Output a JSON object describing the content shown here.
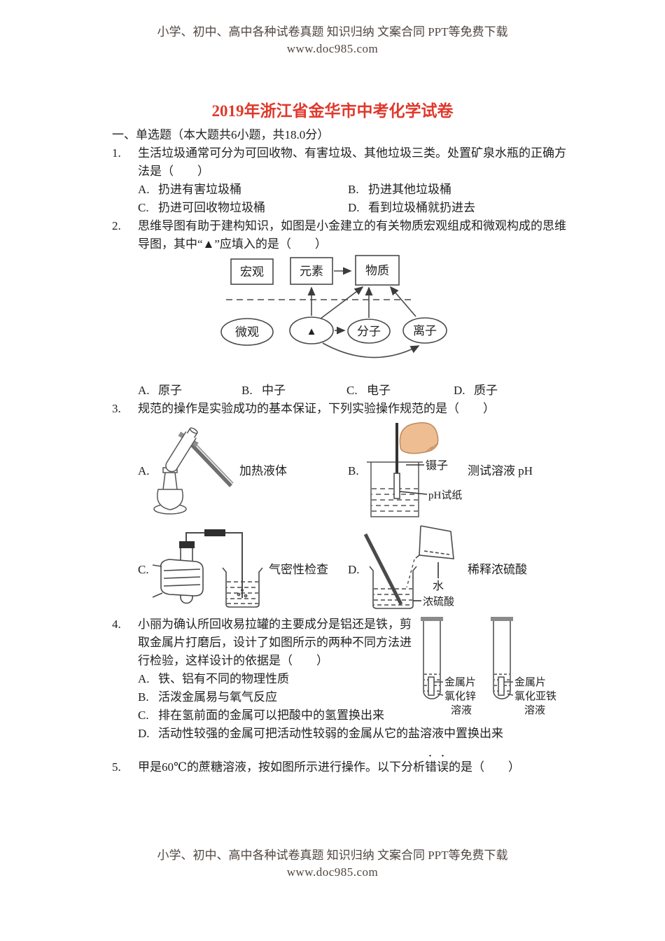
{
  "colors": {
    "title_red": "#e0382c",
    "header_text": "#4f4640",
    "body_text": "#212121"
  },
  "header": {
    "line1": "小学、初中、高中各种试卷真题 知识归纳 文案合同 PPT等免费下载",
    "url": "www.doc985.com"
  },
  "footer": {
    "line1": "小学、初中、高中各种试卷真题 知识归纳 文案合同 PPT等免费下载",
    "url": "www.doc985.com"
  },
  "title": "2019年浙江省金华市中考化学试卷",
  "section_heading": "一、单选题（本大题共6小题，共18.0分）",
  "q1": {
    "number": "1.",
    "text": "生活垃圾通常可分为可回收物、有害垃圾、其他垃圾三类。处置矿泉水瓶的正确方法是（　　）",
    "options": [
      {
        "label": "A.",
        "text": "扔进有害垃圾桶"
      },
      {
        "label": "B.",
        "text": "扔进其他垃圾桶"
      },
      {
        "label": "C.",
        "text": "扔进可回收物垃圾桶"
      },
      {
        "label": "D.",
        "text": "看到垃圾桶就扔进去"
      }
    ]
  },
  "q2": {
    "number": "2.",
    "text": "思维导图有助于建构知识，如图是小金建立的有关物质宏观组成和微观构成的思维导图，其中“▲”应填入的是（　　）",
    "diagram": {
      "macro": "宏观",
      "element": "元素",
      "substance": "物质",
      "micro": "微观",
      "triangle": "▲",
      "molecule": "分子",
      "ion": "离子"
    },
    "options": [
      {
        "label": "A.",
        "text": "原子"
      },
      {
        "label": "B.",
        "text": "中子"
      },
      {
        "label": "C.",
        "text": "电子"
      },
      {
        "label": "D.",
        "text": "质子"
      }
    ]
  },
  "q3": {
    "number": "3.",
    "text": "规范的操作是实验成功的基本保证，下列实验操作规范的是（　　）",
    "figures": [
      {
        "label": "A.",
        "caption": "加热液体"
      },
      {
        "label": "B.",
        "caption": "测试溶液 pH",
        "tweezers": "镊子",
        "ph_paper": "pH试纸"
      },
      {
        "label": "C.",
        "caption": "气密性检查"
      },
      {
        "label": "D.",
        "caption": "稀释浓硫酸",
        "water": "水",
        "acid": "浓硫酸"
      }
    ]
  },
  "q4": {
    "number": "4.",
    "text": "小丽为确认所回收易拉罐的主要成分是铝还是铁，剪取金属片打磨后，设计了如图所示的两种不同方法进行检验，这样设计的依据是（　　）",
    "options": [
      {
        "label": "A.",
        "text": "铁、铝有不同的物理性质"
      },
      {
        "label": "B.",
        "text": "活泼金属易与氧气反应"
      },
      {
        "label": "C.",
        "text": "排在氢前面的金属可以把酸中的氢置换出来"
      },
      {
        "label": "D.",
        "text": "活动性较强的金属可把活动性较弱的金属从它的盐溶液中置换出来"
      }
    ],
    "figure": {
      "tube1": {
        "metal": "金属片",
        "solution_name": "氯化锌",
        "solution": "溶液"
      },
      "tube2": {
        "metal": "金属片",
        "solution_name": "氯化亚铁",
        "solution": "溶液"
      }
    }
  },
  "q5": {
    "number": "5.",
    "text_before": "甲是60℃的蔗糖溶液，按如图所示进行操作。以下分析",
    "emphasized": "错误",
    "emphasis_marks": "··",
    "text_after": "的是（　　）"
  }
}
